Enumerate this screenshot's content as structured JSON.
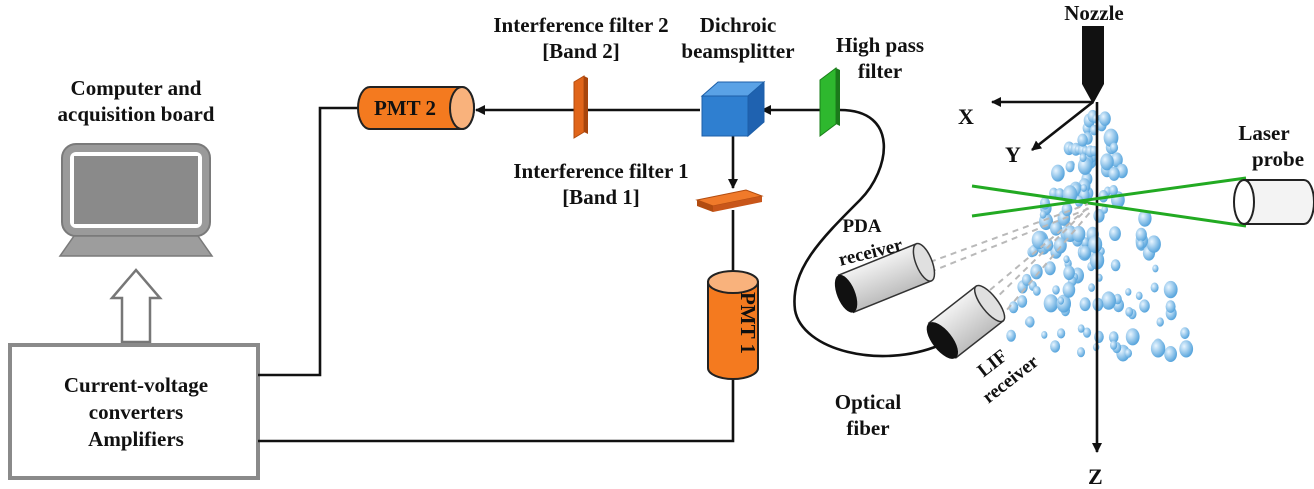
{
  "labels": {
    "computer_line1": "Computer and",
    "computer_line2": "acquisition board",
    "converter_line1": "Current-voltage",
    "converter_line2": "converters",
    "converter_line3": "Amplifiers",
    "pmt2": "PMT 2",
    "pmt1": "PMT 1",
    "filter2_line1": "Interference filter 2",
    "filter2_line2": "[Band 2]",
    "filter1_line1": "Interference filter 1",
    "filter1_line2": "[Band 1]",
    "dichroic_line1": "Dichroic",
    "dichroic_line2": "beamsplitter",
    "highpass_line1": "High pass",
    "highpass_line2": "filter",
    "nozzle": "Nozzle",
    "axis_x": "X",
    "axis_y": "Y",
    "axis_z": "Z",
    "laser_line1": "Laser",
    "laser_line2": "probe",
    "pda_line1": "PDA",
    "pda_line2": "receiver",
    "lif_line1": "LIF",
    "lif_line2": "receiver",
    "fiber_line1": "Optical",
    "fiber_line2": "fiber"
  },
  "colors": {
    "pmt": "#f47a1f",
    "pmt_cap": "#f9b27c",
    "filter": "#e0651a",
    "dichroic": "#2f7fd0",
    "highpass": "#2eb82e",
    "beam": "#22aa22",
    "droplet": "#6fb3e3",
    "monitor": "#8a8a8a"
  },
  "icons": {
    "computer": "monitor-icon",
    "arrow": "up-arrow-icon",
    "nozzle": "nozzle-icon",
    "laser": "laser-probe-icon",
    "pda": "pda-receiver-icon",
    "lif": "lif-receiver-icon"
  }
}
